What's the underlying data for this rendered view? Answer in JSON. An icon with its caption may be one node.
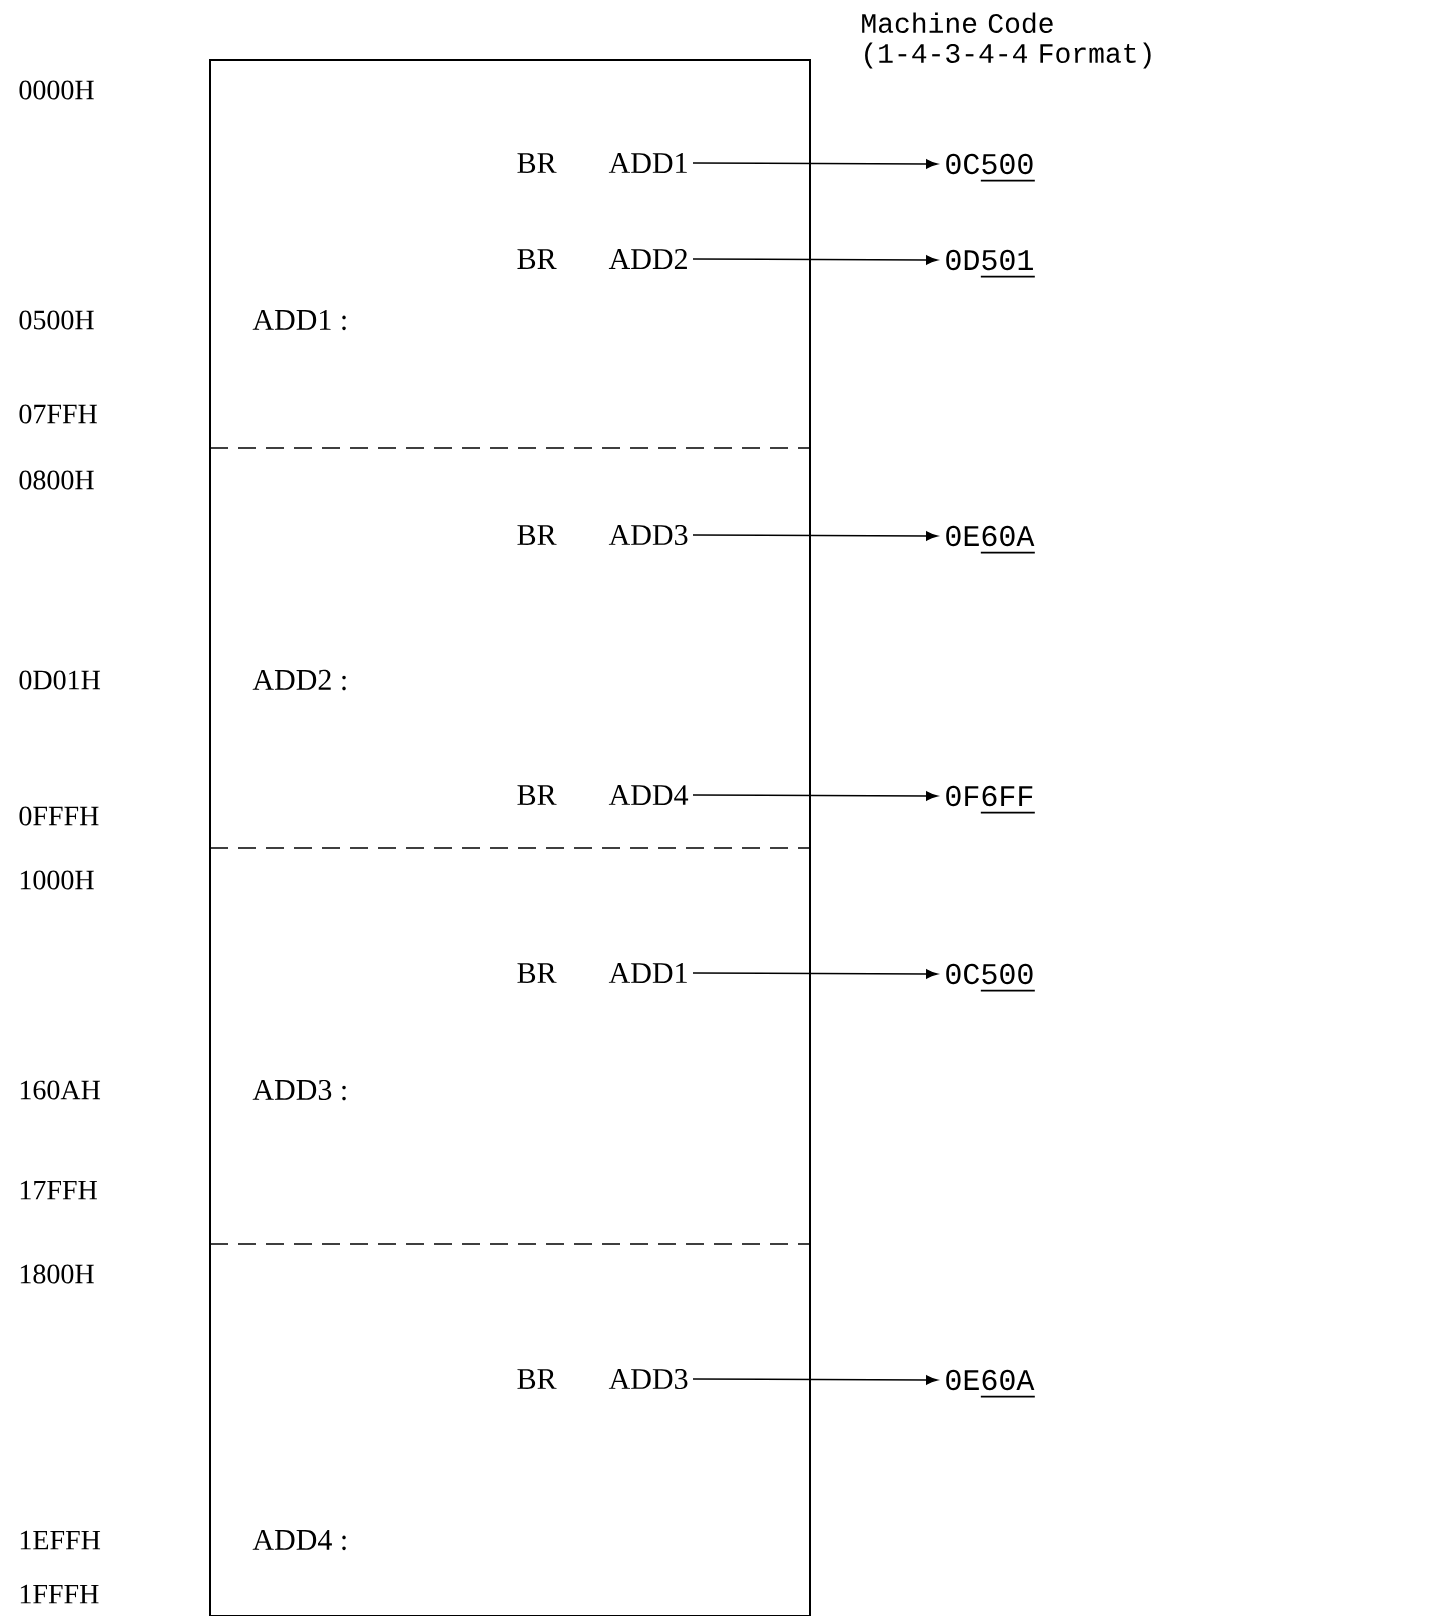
{
  "diagram": {
    "nodes": [
      {
        "text": [],
        "shape": "box"
      },
      {
        "text": [
          "BR",
          "ADD1"
        ],
        "in": 0
      },
      {
        "text": [
          "0C500"
        ]
      },
      {
        "text": [
          "BR",
          "ADD2"
        ],
        "in": 0
      },
      {
        "text": [
          "0D501"
        ]
      },
      {
        "text": [
          "BR",
          "ADD3"
        ],
        "in": 0
      },
      {
        "text": [
          "0E60A"
        ]
      },
      {
        "text": [
          "BR",
          "ADD4"
        ],
        "in": 0
      },
      {
        "text": [
          "0F6FF"
        ]
      },
      {
        "text": [
          "BR",
          "ADD1"
        ],
        "in": 0
      },
      {
        "text": [
          "0C500"
        ]
      },
      {
        "text": [
          "BR",
          "ADD3"
        ],
        "in": 0
      },
      {
        "text": [
          "0E60A"
        ]
      }
    ],
    "edges": [
      {
        "from": 1,
        "to": 2,
        "arrow": "to"
      },
      {
        "from": 3,
        "to": 4,
        "arrow": "to"
      },
      {
        "from": 5,
        "to": 6,
        "arrow": "to"
      },
      {
        "from": 7,
        "to": 8,
        "arrow": "to"
      },
      {
        "from": 9,
        "to": 10,
        "arrow": "to"
      },
      {
        "from": 11,
        "to": 12,
        "arrow": "to"
      }
    ],
    "labels": [
      "Machine Code (1-4-3-4-4 Format)",
      "0000H",
      "0500H",
      "ADD1 :",
      "07FFH",
      "0800H",
      "0D01H",
      "ADD2 :",
      "0FFFH",
      "1000H",
      "160AH",
      "ADD3 :",
      "17FFH",
      "1800H",
      "1EFFH",
      "ADD4 :",
      "1FFFH"
    ]
  }
}
